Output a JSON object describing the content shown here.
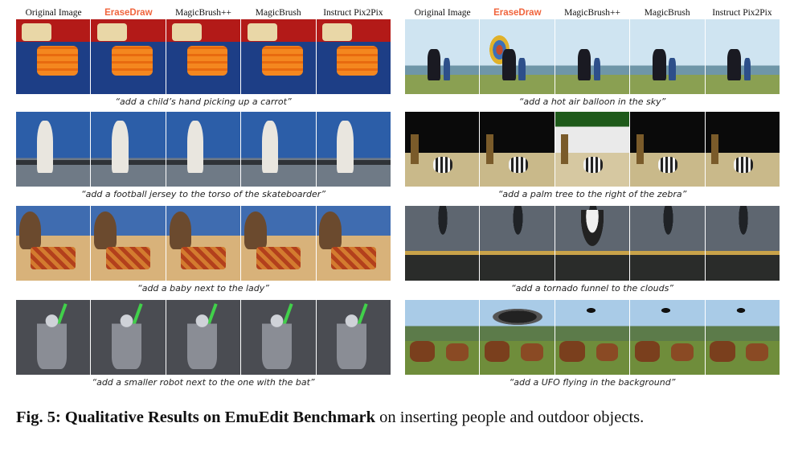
{
  "columns": [
    "Original Image",
    "EraseDraw",
    "MagicBrush++",
    "MagicBrush",
    "Instruct Pix2Pix"
  ],
  "highlight_color": "#f0643c",
  "left_panel": [
    {
      "caption": "“add a child’s hand picking up a carrot”",
      "scene": "lunchbox"
    },
    {
      "caption": "“add a football jersey to the torso of the skateboarder”",
      "scene": "skateboarder"
    },
    {
      "caption": "“add a baby next to the lady”",
      "scene": "kitchen"
    },
    {
      "caption": "“add a smaller robot next to the one with the bat”",
      "scene": "robot"
    }
  ],
  "right_panel": [
    {
      "caption": "“add a hot air balloon in the sky”",
      "scene": "beach-kite"
    },
    {
      "caption": "“add a palm tree to the right of the zebra”",
      "scene": "zebra"
    },
    {
      "caption": "“add a tornado funnel to the clouds”",
      "scene": "storm"
    },
    {
      "caption": "“add a UFO flying in the background”",
      "scene": "cows"
    }
  ],
  "figure_caption": {
    "label": "Fig. 5:",
    "title": "Qualitative Results on EmuEdit Benchmark",
    "text": "on inserting people and outdoor objects."
  }
}
